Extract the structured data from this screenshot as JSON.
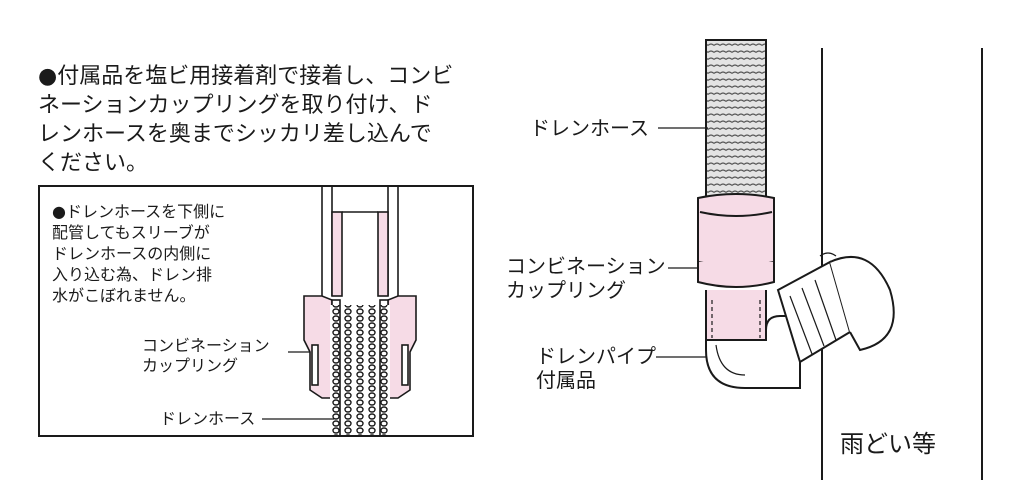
{
  "main_instruction": {
    "lines": [
      "●付属品を塩ビ用接着剤で接着し、コンビ",
      "ネーションカップリングを取り付け、ド",
      "レンホースを奥までシッカリ差し込んで",
      "ください。"
    ]
  },
  "inset": {
    "note_lines": [
      "●ドレンホースを下側に",
      "配管してもスリーブが",
      "ドレンホースの内側に",
      "入り込む為、ドレン排",
      "水がこぼれません。"
    ],
    "coupling_label_lines": [
      "コンビネーション",
      "カップリング"
    ],
    "hose_label": "ドレンホース"
  },
  "main_diagram": {
    "hose_label": "ドレンホース",
    "coupling_label_lines": [
      "コンビネーション",
      "カップリング"
    ],
    "pipe_label_lines": [
      "ドレンパイプ",
      "付属品"
    ],
    "gutter_label": "雨どい等"
  },
  "colors": {
    "pink_fill": "#f6dbe6",
    "outline": "#1a1a1a",
    "hose_fill": "#d9d9d9"
  }
}
